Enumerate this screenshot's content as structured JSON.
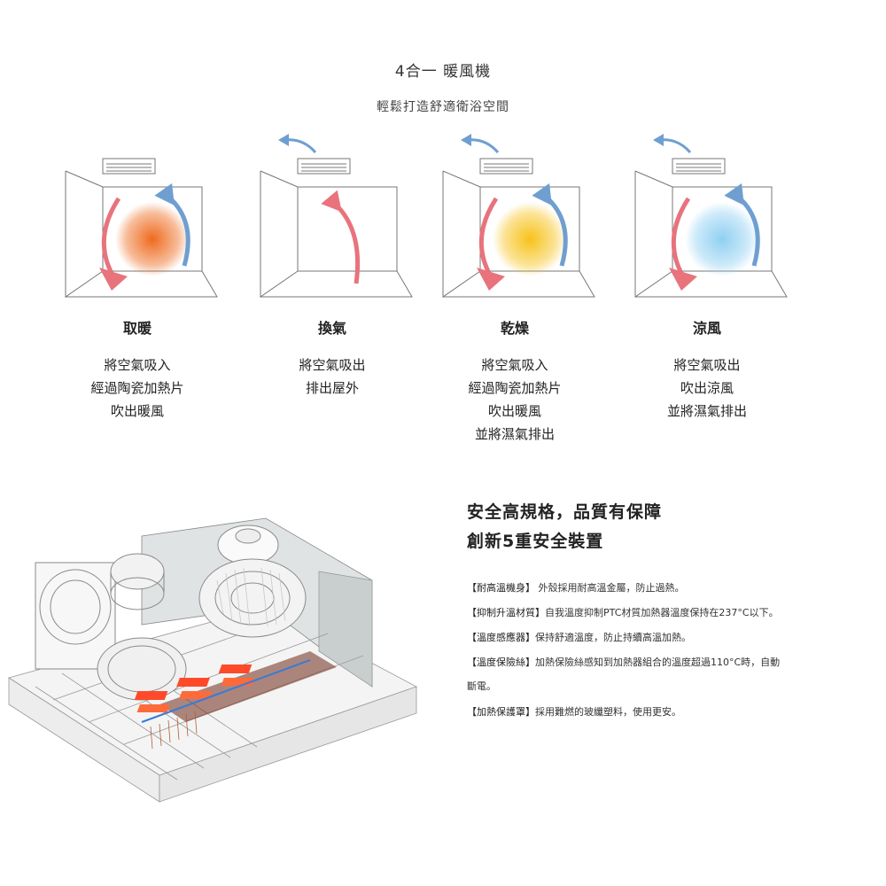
{
  "header": {
    "title": "4合一 暖風機",
    "subtitle": "輕鬆打造舒適衛浴空間"
  },
  "modes": [
    {
      "name": "取暖",
      "lines": [
        "將空氣吸入",
        "經過陶瓷加熱片",
        "吹出暖風"
      ],
      "color": "#ee6b1f"
    },
    {
      "name": "換氣",
      "lines": [
        "將空氣吸出",
        "排出屋外"
      ],
      "color": ""
    },
    {
      "name": "乾燥",
      "lines": [
        "將空氣吸入",
        "經過陶瓷加熱片",
        "吹出暖風",
        "並將濕氣排出"
      ],
      "color": "#f7c21a"
    },
    {
      "name": "涼風",
      "lines": [
        "將空氣吸出",
        "吹出涼風",
        "並將濕氣排出"
      ],
      "color": "#8fd0f2"
    }
  ],
  "safety": {
    "heading1": "安全高規格，品質有保障",
    "heading2": "創新5重安全裝置",
    "features": [
      {
        "tag": "【耐高溫機身】",
        "text": " 外殼採用耐高溫金屬，防止過熱。"
      },
      {
        "tag": "【抑制升溫材質】",
        "text": "自我溫度抑制PTC材質加熱器溫度保持在237°C以下。"
      },
      {
        "tag": "【溫度感應器】",
        "text": "保持舒適溫度，防止持續高溫加熱。"
      },
      {
        "tag": "【溫度保險絲】",
        "text": "加熱保險絲感知到加熱器組合的溫度超過110°C時，自動"
      },
      {
        "tag": "",
        "text": "斷電。"
      },
      {
        "tag": "【加熱保護罩】",
        "text": "採用難燃的玻纖塑料，使用更安。"
      }
    ]
  },
  "colors": {
    "red_arrow": "#e8737c",
    "blue_arrow": "#6f9fd0",
    "heater_glow": "#ff4a2a"
  }
}
